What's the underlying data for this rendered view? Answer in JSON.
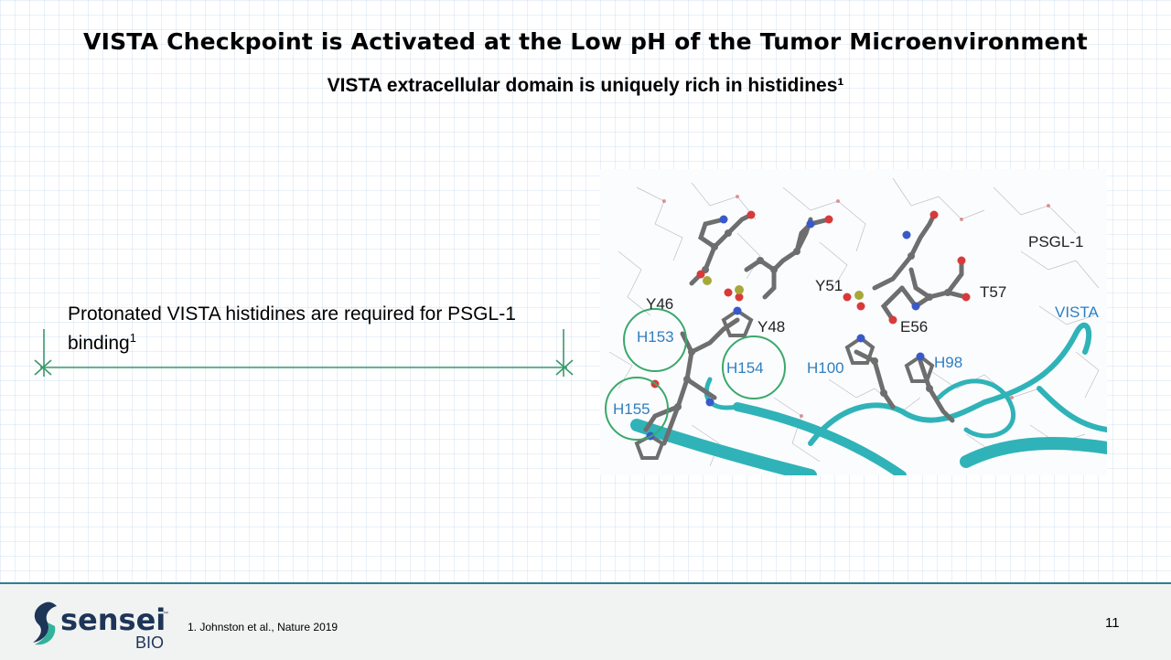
{
  "slide": {
    "title": "VISTA Checkpoint is Activated at the Low pH of the Tumor Microenvironment",
    "subtitle": "VISTA extracellular domain is uniquely rich in histidines¹",
    "bullet": {
      "text": "Protonated VISTA histidines are required for PSGL-1 binding",
      "superscript": "1"
    }
  },
  "figure": {
    "labels": {
      "psgl1": "PSGL-1",
      "vista": "VISTA",
      "y46": "Y46",
      "y48": "Y48",
      "y51": "Y51",
      "e56": "E56",
      "t57": "T57",
      "h153": "H153",
      "h154": "H154",
      "h155": "H155",
      "h100": "H100",
      "h98": "H98"
    },
    "colors": {
      "ribbon": "#2fb3b8",
      "carbon": "#6e6e6e",
      "oxygen": "#d83a3a",
      "nitrogen": "#3a59c9",
      "sulfur": "#a8a83a",
      "circle": "#3aa86d",
      "vista_label": "#2f7fc1"
    }
  },
  "footer": {
    "logo_word": "sensei",
    "logo_sub": "BIO",
    "logo_tm": "™",
    "footnote": "1. Johnston et al., Nature 2019",
    "page_number": "11",
    "accent": "#2e7f91"
  }
}
